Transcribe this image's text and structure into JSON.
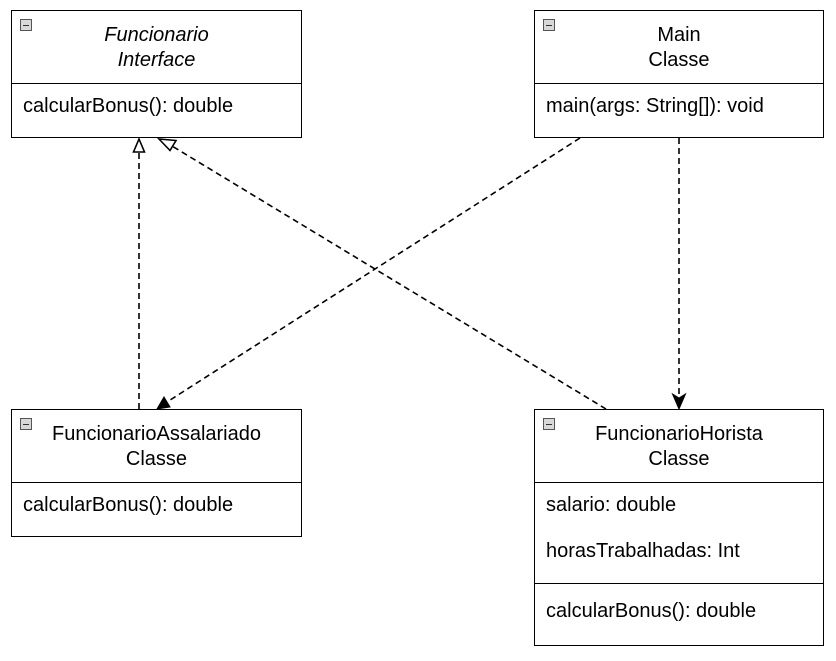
{
  "classes": {
    "funcionario": {
      "name": "Funcionario",
      "stereotype": "Interface",
      "methods": [
        "calcularBonus(): double"
      ]
    },
    "main": {
      "name": "Main",
      "stereotype": "Classe",
      "methods": [
        "main(args: String[]): void"
      ]
    },
    "assalariado": {
      "name": "FuncionarioAssalariado",
      "stereotype": "Classe",
      "methods": [
        "calcularBonus(): double"
      ]
    },
    "horista": {
      "name": "FuncionarioHorista",
      "stereotype": "Classe",
      "attributes": [
        "salario: double",
        "horasTrabalhadas: Int"
      ],
      "methods": [
        "calcularBonus(): double"
      ]
    }
  },
  "relationships": [
    {
      "from": "assalariado",
      "to": "funcionario",
      "type": "realization"
    },
    {
      "from": "horista",
      "to": "funcionario",
      "type": "realization"
    },
    {
      "from": "main",
      "to": "assalariado",
      "type": "dependency"
    },
    {
      "from": "main",
      "to": "horista",
      "type": "dependency"
    }
  ]
}
